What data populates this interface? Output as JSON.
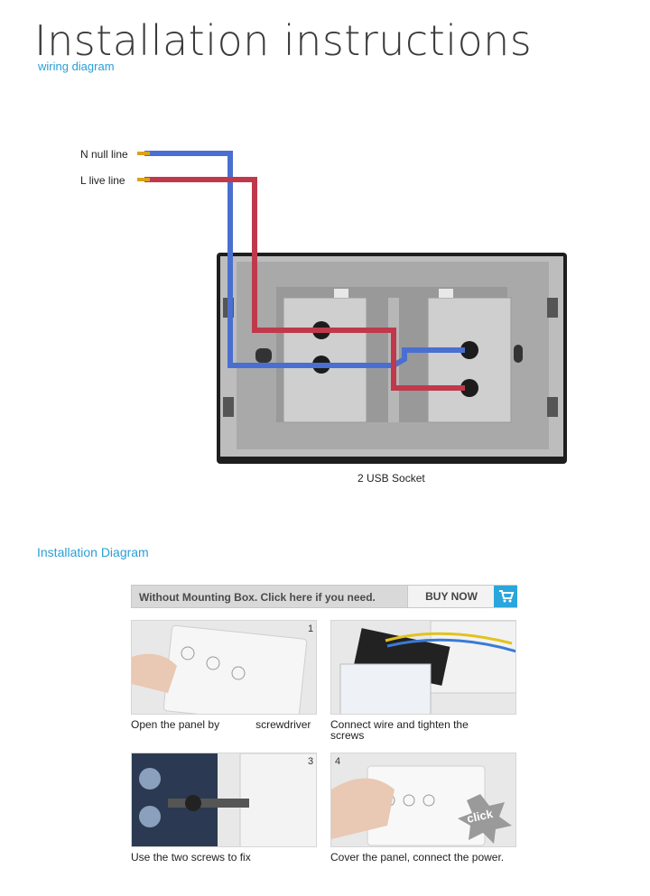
{
  "title": "Installation instructions",
  "subtitle": "wiring diagram",
  "wires": {
    "neutral_label": "N null line",
    "live_label": "L live line",
    "neutral_color": "#4a6fd0",
    "live_color": "#c0394b"
  },
  "diagram_caption": "2 USB Socket",
  "section_heading": "Installation Diagram",
  "buy_bar": {
    "text": "Without Mounting Box. Click here if you need.",
    "button": "BUY NOW",
    "icon": "cart-icon",
    "accent": "#2aa6dc"
  },
  "steps": [
    {
      "number": "1",
      "caption": "Open the panel by            screwdriver"
    },
    {
      "number": "",
      "caption": "Connect wire and tighten the screws"
    },
    {
      "number": "3",
      "caption": "Use the two screws to fix"
    },
    {
      "number": "4",
      "caption": "Cover the panel, connect the power.",
      "badge": "click"
    }
  ]
}
